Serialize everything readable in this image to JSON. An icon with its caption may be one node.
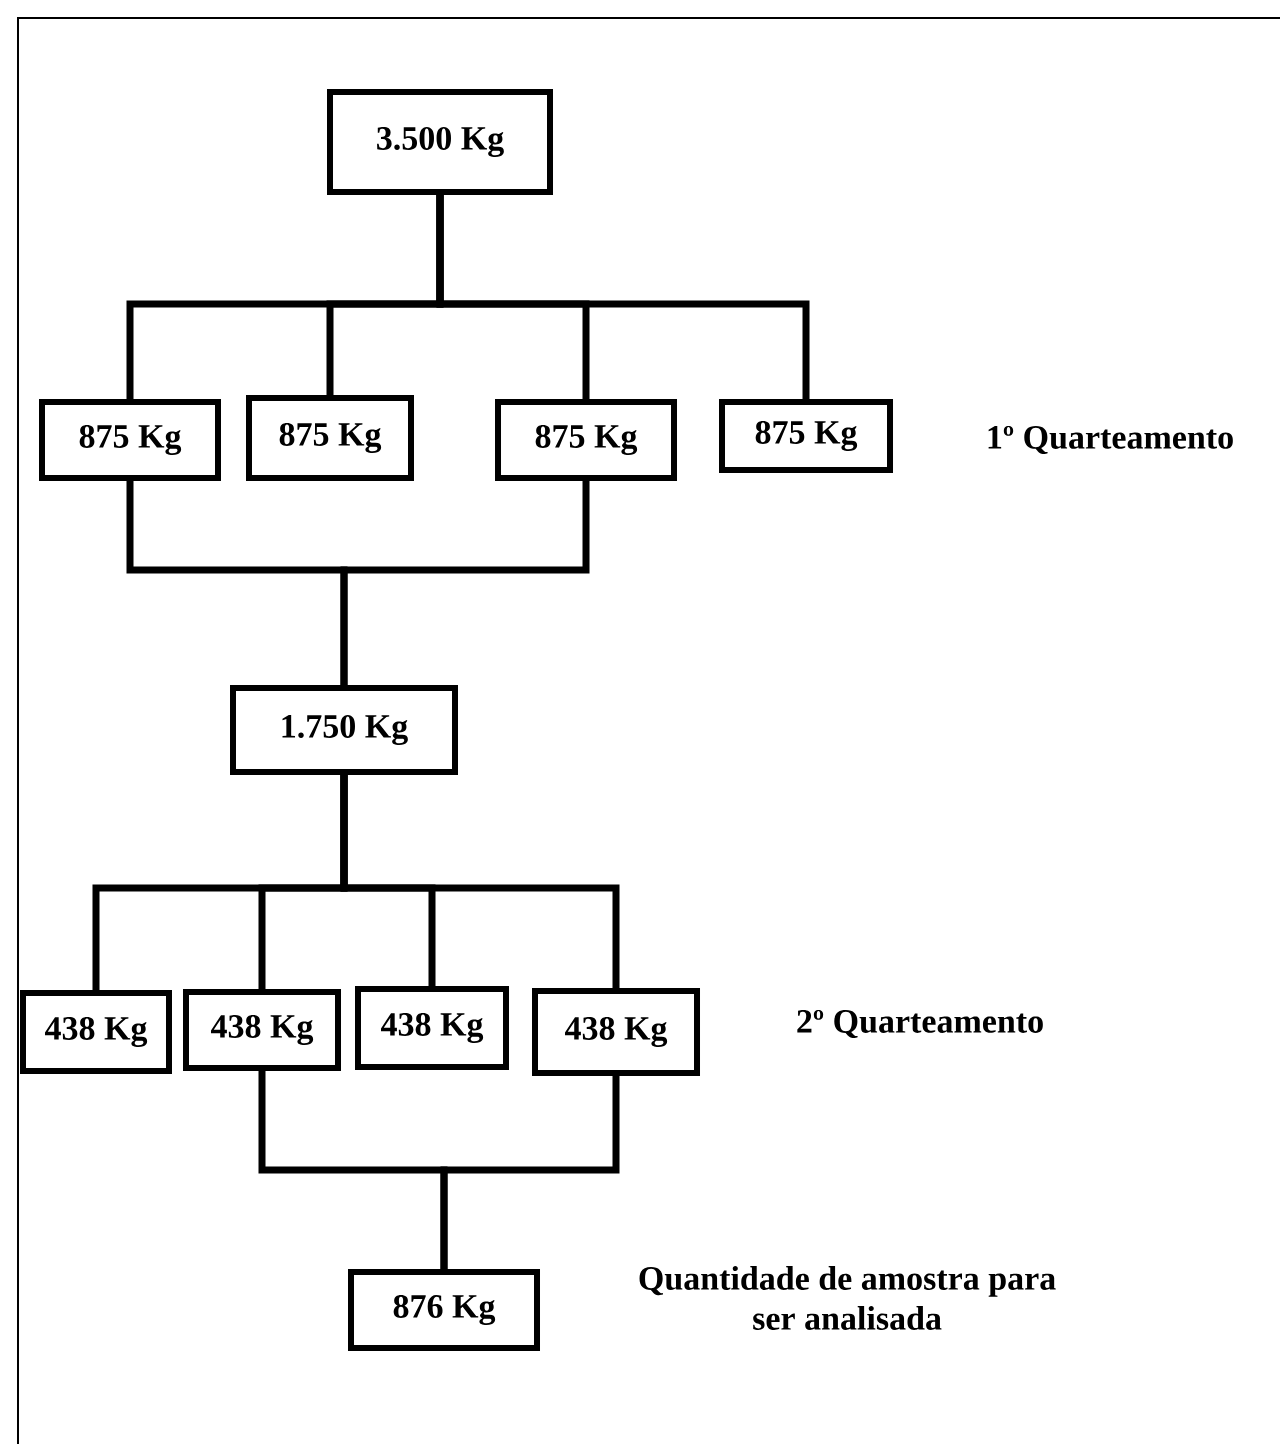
{
  "diagram": {
    "nodes": [
      {
        "text": [
          "3.500 Kg"
        ]
      },
      {
        "text": [
          "875 Kg"
        ]
      },
      {
        "text": [
          "875 Kg"
        ]
      },
      {
        "text": [
          "875 Kg"
        ]
      },
      {
        "text": [
          "875 Kg"
        ]
      },
      {
        "text": [
          "1.750 Kg"
        ]
      },
      {
        "text": [
          "438 Kg"
        ]
      },
      {
        "text": [
          "438 Kg"
        ]
      },
      {
        "text": [
          "438 Kg"
        ]
      },
      {
        "text": [
          "438 Kg"
        ]
      },
      {
        "text": [
          "876 Kg"
        ],
        "beside": [
          "Quantidade de amostra para ser analisada"
        ]
      }
    ],
    "edges": [
      {
        "from": 0,
        "to": 1,
        "arrow": "none"
      },
      {
        "from": 0,
        "to": 2,
        "arrow": "none"
      },
      {
        "from": 0,
        "to": 3,
        "arrow": "none"
      },
      {
        "from": 0,
        "to": 4,
        "arrow": "none"
      },
      {
        "from": 1,
        "to": 5,
        "arrow": "none"
      },
      {
        "from": 3,
        "to": 5,
        "arrow": "none"
      },
      {
        "from": 5,
        "to": 6,
        "arrow": "none"
      },
      {
        "from": 5,
        "to": 7,
        "arrow": "none"
      },
      {
        "from": 5,
        "to": 8,
        "arrow": "none"
      },
      {
        "from": 5,
        "to": 9,
        "arrow": "none"
      },
      {
        "from": 7,
        "to": 10,
        "arrow": "none"
      },
      {
        "from": 9,
        "to": 10,
        "arrow": "none"
      }
    ],
    "labels": [
      "1º Quarteamento",
      "2º Quarteamento"
    ]
  }
}
